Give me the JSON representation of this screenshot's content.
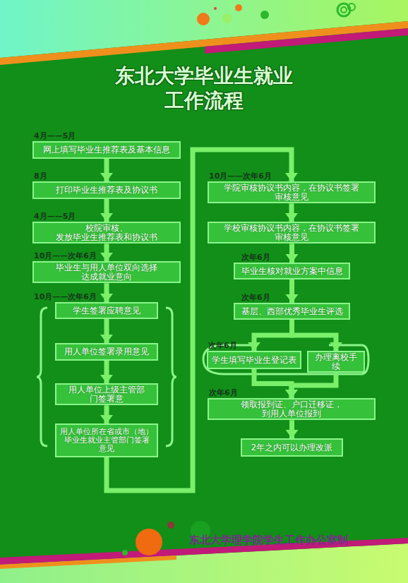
{
  "diagram": {
    "title": "东北大学毕业生就业 工作流程",
    "caption": "东北大学理学院学生工作办公室制",
    "nodes": [
      {
        "text": [
          "4月——5月",
          "网上填写毕业生推荐表及基本信息"
        ]
      },
      {
        "text": [
          "8月",
          "打印毕业生推荐表及协议书"
        ]
      },
      {
        "text": [
          "4月——5月",
          "校院审核、发放毕业生推荐表和协议书"
        ]
      },
      {
        "text": [
          "10月——次年6月",
          "毕业生与用人单位双向选择 达成就业意向"
        ]
      },
      {
        "text": [
          "10月——次年6月",
          "学生签署应聘意见"
        ]
      },
      {
        "text": [
          "用人单位签署录用意见"
        ]
      },
      {
        "text": [
          "用人单位上级主管部 门签署意"
        ]
      },
      {
        "text": [
          "用人单位所在省或市（地） 毕业生就业主管部门签署 意见"
        ]
      },
      {
        "text": [
          "10月——次年6月",
          "学院审核协议书内容，在协议书签署 审核意见"
        ]
      },
      {
        "text": [
          "学校审核协议书内容，在协议书签署 审核意见"
        ]
      },
      {
        "text": [
          "次年6月",
          "毕业生核对就业方案中信息"
        ]
      },
      {
        "text": [
          "次年6月",
          "基层、西部优秀毕业生评选"
        ]
      },
      {
        "text": [
          "次年6月",
          "学生填写毕业生登记表"
        ]
      },
      {
        "text": [
          "办理离校手续"
        ]
      },
      {
        "text": [
          "次年6月",
          "领取报到证、户口迁移证，到用人单位报到"
        ]
      },
      {
        "text": [
          "2年之内可以办理改派"
        ]
      }
    ],
    "edges": [
      {
        "from": 0,
        "to": 1,
        "arrow": "to"
      },
      {
        "from": 1,
        "to": 2,
        "arrow": "to"
      },
      {
        "from": 2,
        "to": 3,
        "arrow": "to"
      },
      {
        "from": 3,
        "to": 4,
        "arrow": "to"
      },
      {
        "from": 4,
        "to": 5,
        "arrow": "to"
      },
      {
        "from": 5,
        "to": 6,
        "arrow": "to"
      },
      {
        "from": 6,
        "to": 7,
        "arrow": "to"
      },
      {
        "from": 7,
        "to": 8,
        "arrow": "to"
      },
      {
        "from": 8,
        "to": 9,
        "arrow": "to"
      },
      {
        "from": 9,
        "to": 10,
        "arrow": "to"
      },
      {
        "from": 10,
        "to": 11,
        "arrow": "to"
      },
      {
        "from": 11,
        "to": 12,
        "arrow": "to"
      },
      {
        "from": 11,
        "to": 13,
        "arrow": "to"
      },
      {
        "from": 12,
        "to": 14,
        "arrow": "to"
      },
      {
        "from": 13,
        "to": 14,
        "arrow": "to"
      },
      {
        "from": 14,
        "to": 15,
        "arrow": "to"
      }
    ]
  }
}
